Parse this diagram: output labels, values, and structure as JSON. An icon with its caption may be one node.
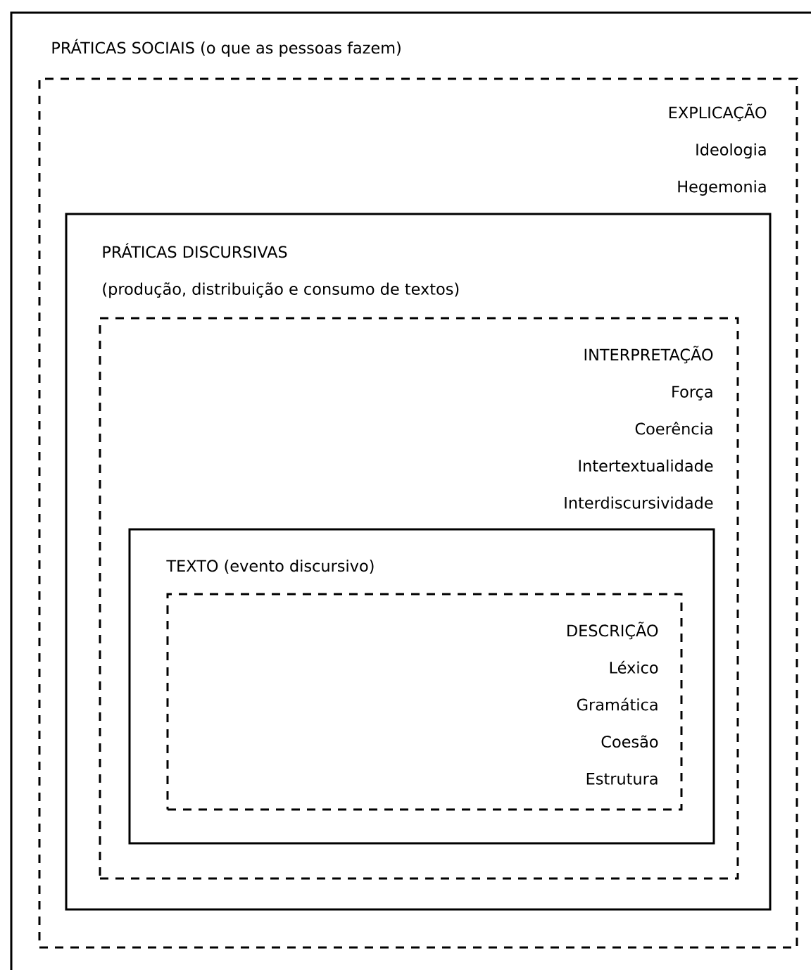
{
  "diagram": {
    "nodes": [
      {
        "text": [
          "PRÁTICAS SOCIAIS (o que as pessoas fazem)"
        ]
      },
      {
        "text": [
          "EXPLICAÇÃO",
          "Ideologia",
          "Hegemonia"
        ],
        "in": 0
      },
      {
        "text": [
          "PRÁTICAS DISCURSIVAS",
          "(produção, distribuição e consumo de textos)"
        ],
        "in": 1
      },
      {
        "text": [
          "INTERPRETAÇÃO",
          "Força",
          "Coerência",
          "Intertextualidade",
          "Interdiscursividade"
        ],
        "in": 2
      },
      {
        "text": [
          "TEXTO (evento discursivo)"
        ],
        "in": 3
      },
      {
        "text": [
          "DESCRIÇÃO",
          "Léxico",
          "Gramática",
          "Coesão",
          "Estrutura"
        ],
        "in": 4
      }
    ]
  }
}
